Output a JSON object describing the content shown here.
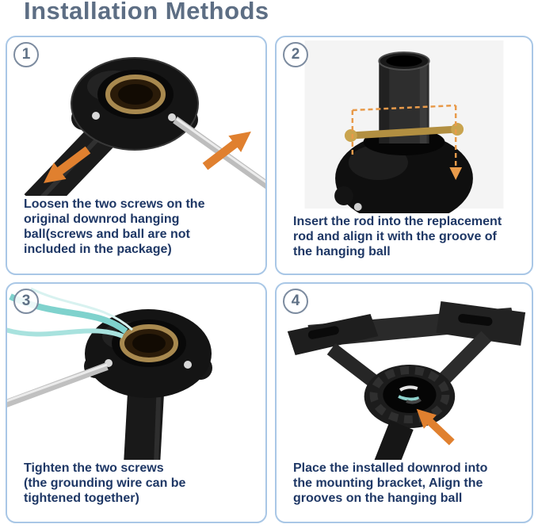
{
  "title": "Installation Methods",
  "colors": {
    "title_text": "#5d6e84",
    "panel_border": "#a9c7e6",
    "caption_text": "#1e3765",
    "arrow_orange": "#e0802f",
    "ground_wire_teal": "#7fd2cd",
    "brass_ring": "#a8894f"
  },
  "steps": [
    {
      "number": "1",
      "caption": "Loosen the two screws on the\noriginal downrod hanging\nball(screws and ball are not\nincluded in the package)"
    },
    {
      "number": "2",
      "caption": "Insert the rod into the replacement\nrod and align it with the groove of\nthe hanging ball"
    },
    {
      "number": "3",
      "caption": "Tighten the two screws\n(the grounding wire can be\ntightened together)"
    },
    {
      "number": "4",
      "caption": "Place the installed downrod into\nthe mounting bracket, Align the\ngrooves on the hanging ball"
    }
  ]
}
